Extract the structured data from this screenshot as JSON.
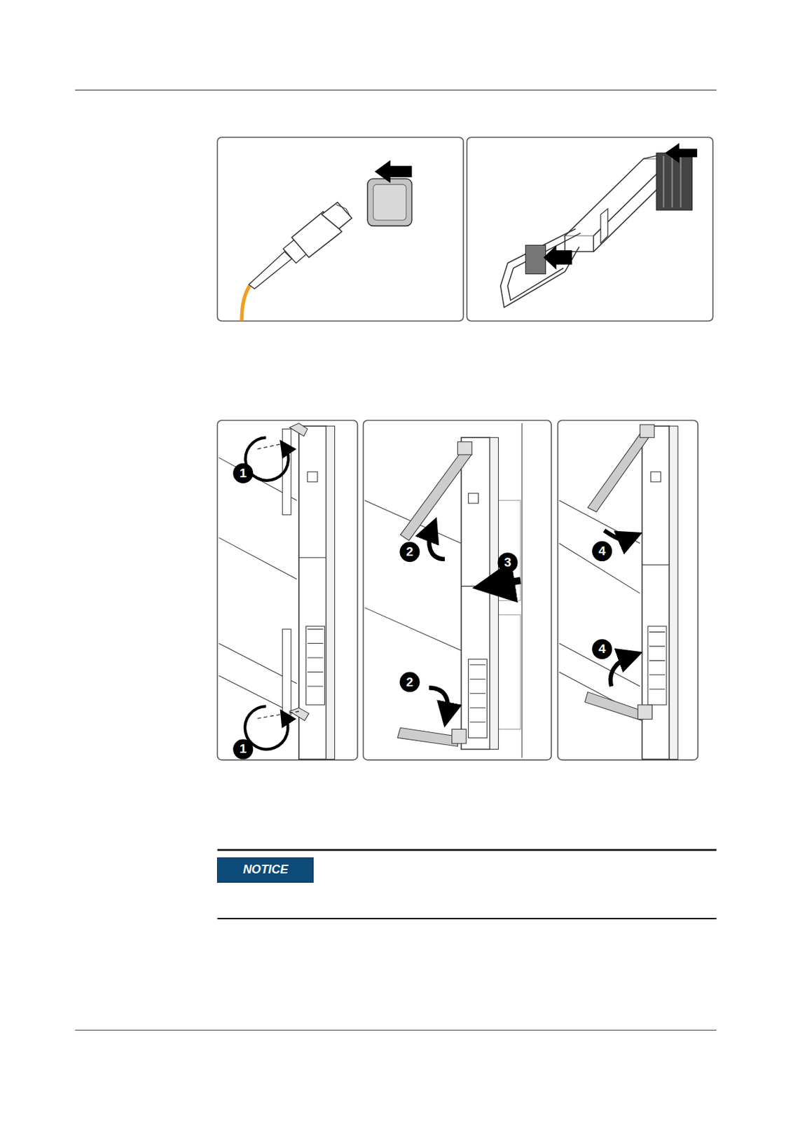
{
  "diagram": {
    "nodes": [
      {
        "text": [
          "NOTICE"
        ]
      }
    ],
    "labels": [
      "1",
      "1",
      "2",
      "3",
      "2",
      "4",
      "4"
    ]
  }
}
